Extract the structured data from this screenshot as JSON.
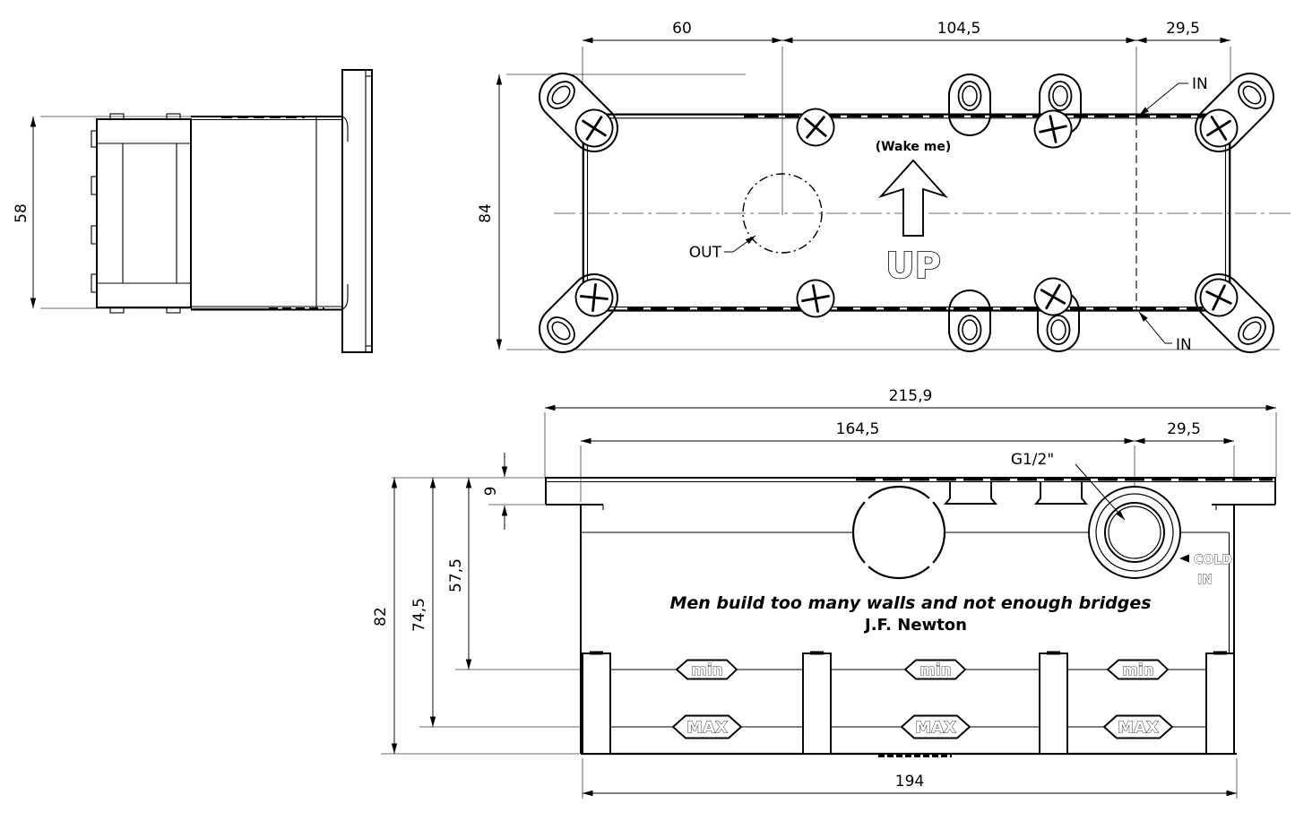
{
  "side_view": {
    "dim_height": "58"
  },
  "top_view": {
    "dim_left": "60",
    "dim_mid": "104,5",
    "dim_right": "29,5",
    "dim_height": "84",
    "label_out": "OUT",
    "label_in_top": "IN",
    "label_in_bottom": "IN",
    "label_wake": "(Wake me)",
    "label_up": "UP"
  },
  "front_view": {
    "dim_overall_width": "215,9",
    "dim_inner_width": "164,5",
    "dim_right": "29,5",
    "dim_flange": "9",
    "dim_min_depth": "57,5",
    "dim_max_depth": "74,5",
    "dim_overall_depth": "82",
    "dim_body_width": "194",
    "label_thread": "G1/2\"",
    "label_cold": "COLD",
    "label_cold_in": "IN",
    "quote": "Men build too many walls and not enough bridges",
    "quote_author": "J.F. Newton",
    "badges": [
      {
        "label": "min"
      },
      {
        "label": "MAX"
      },
      {
        "label": "min"
      },
      {
        "label": "MAX"
      },
      {
        "label": "min"
      },
      {
        "label": "MAX"
      }
    ]
  },
  "colors": {
    "line": "#000000",
    "background": "#ffffff"
  }
}
